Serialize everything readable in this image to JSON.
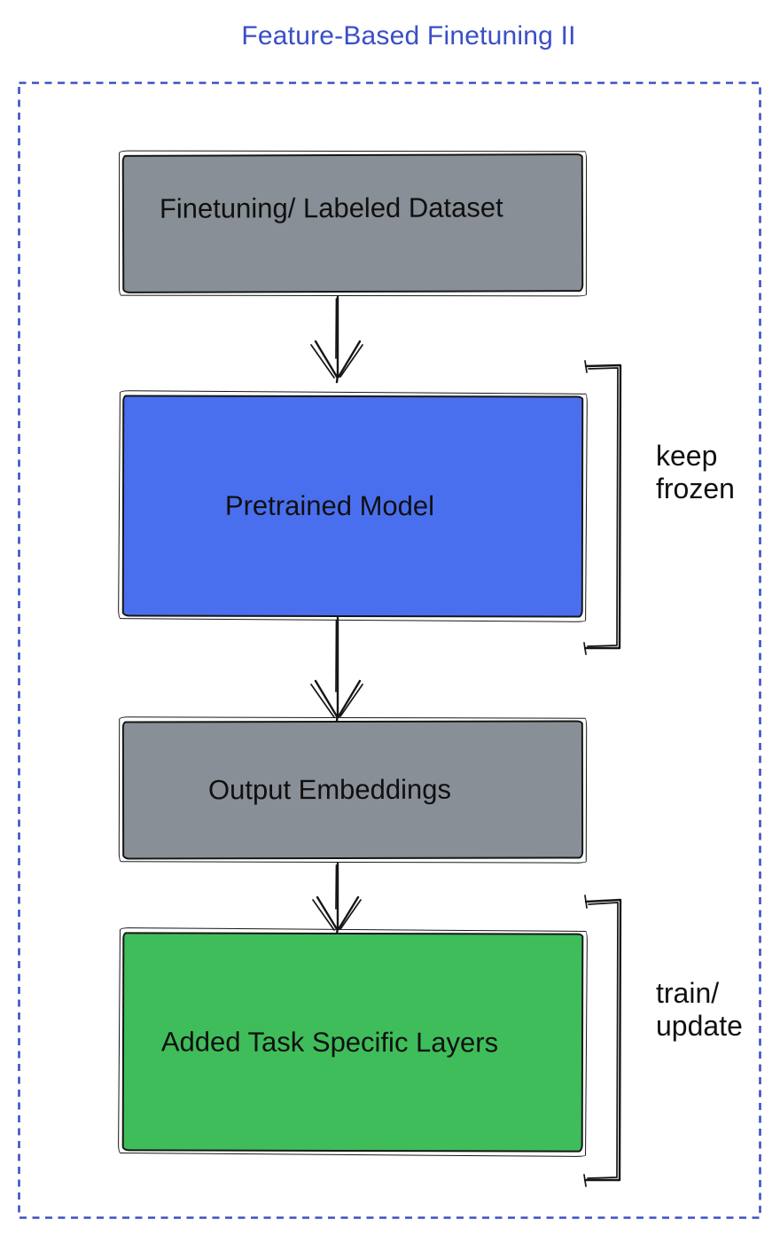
{
  "title": "Feature-Based Finetuning II",
  "colors": {
    "title": "#3a4ec8",
    "frame": "#3b51c4",
    "stroke": "#161616",
    "label": "#101010",
    "gray": "#898f97",
    "blue": "#4a6fee",
    "green": "#3fbd5a",
    "background": "#ffffff"
  },
  "boxes": [
    {
      "label": "Finetuning/ Labeled Dataset",
      "fill": "gray"
    },
    {
      "label": "Pretrained Model",
      "fill": "blue"
    },
    {
      "label": "Output Embeddings",
      "fill": "gray"
    },
    {
      "label": "Added Task Specific Layers",
      "fill": "green"
    }
  ],
  "annotations": {
    "keep_frozen": {
      "line1": "keep",
      "line2": "frozen"
    },
    "train_update": {
      "line1": "train/",
      "line2": "update"
    }
  }
}
